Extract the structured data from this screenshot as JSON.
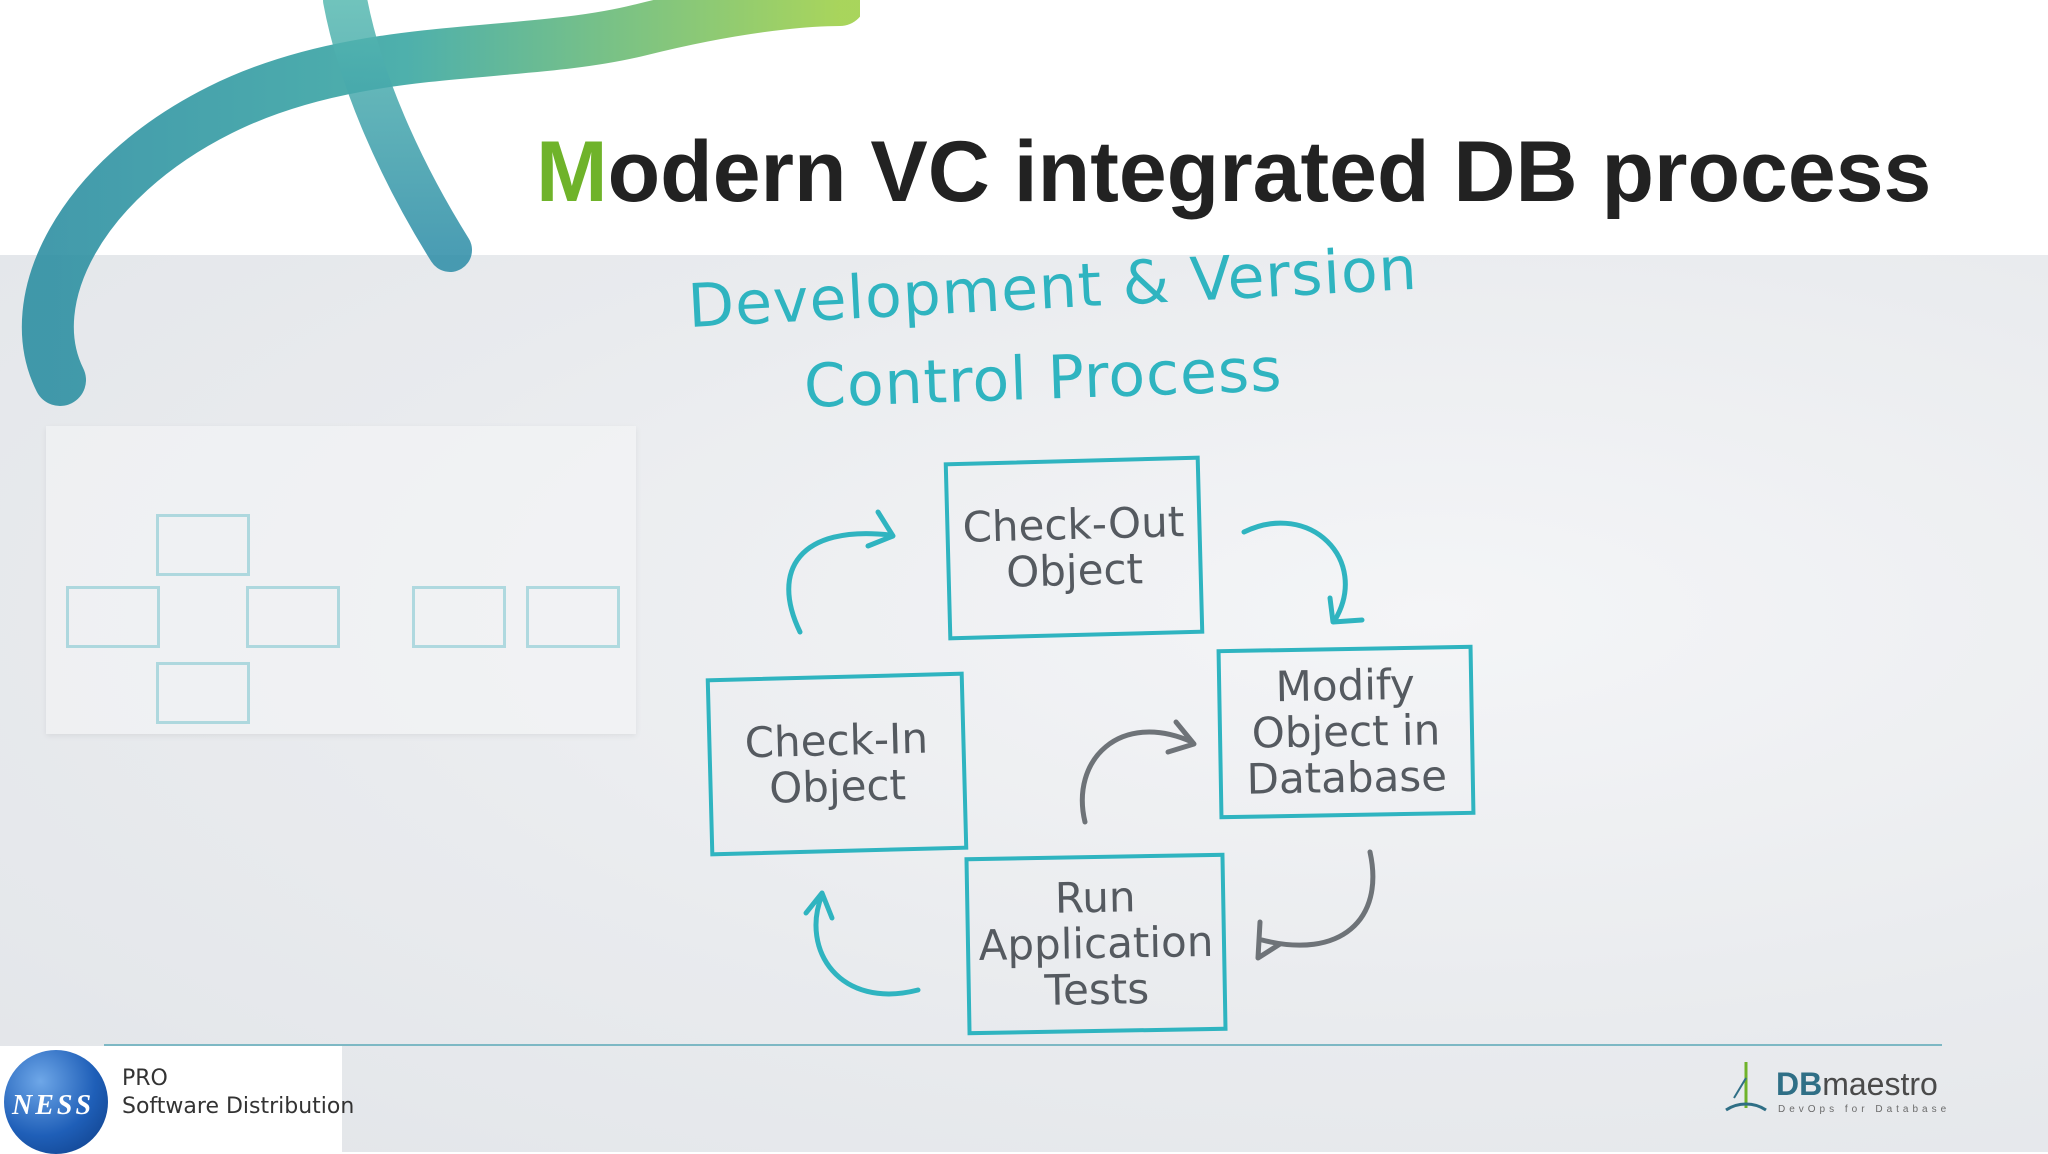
{
  "slide": {
    "title_accent": "M",
    "title_rest": "odern VC integrated DB process"
  },
  "diagram": {
    "heading_line1": "Development & Version",
    "heading_line2": "Control Process",
    "steps": [
      {
        "label": "Check-Out\nObject"
      },
      {
        "label": "Modify\nObject in\nDatabase"
      },
      {
        "label": "Run\nApplication\nTests"
      },
      {
        "label": "Check-In\nObject"
      }
    ]
  },
  "footer": {
    "ness_logo_text": "NESS",
    "ness_line1": "PRO",
    "ness_line2": "Software Distribution",
    "dbmaestro_bold": "DB",
    "dbmaestro_rest": "maestro",
    "dbmaestro_tagline": "DevOps for Database"
  },
  "colors": {
    "accent_green": "#6fb32a",
    "teal": "#2fb4c0",
    "gray_arrow": "#6e7378",
    "title_text": "#222222"
  }
}
